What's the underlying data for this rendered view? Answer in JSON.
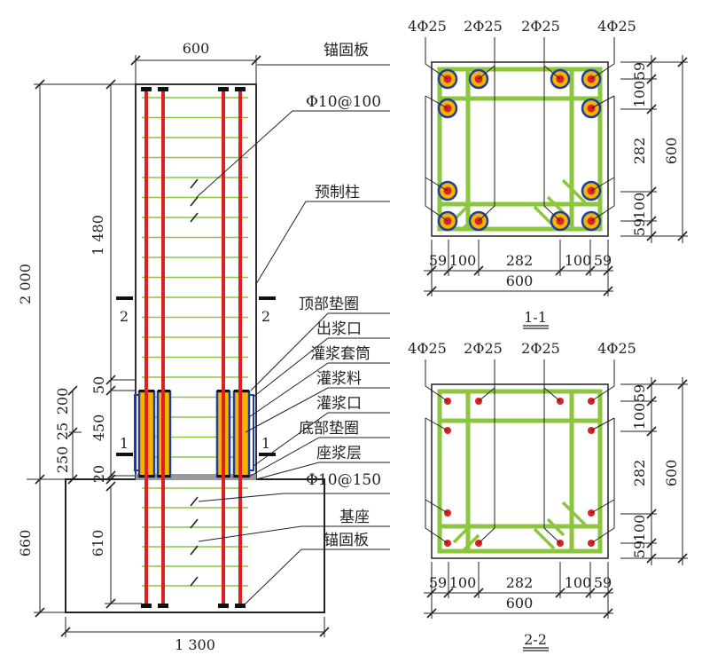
{
  "elevation": {
    "labels": {
      "anchor_plate_top": "锚固板",
      "stirrup_upper": "Φ10@100",
      "precast_column": "预制柱",
      "top_washer": "顶部垫圈",
      "grout_outlet": "出浆口",
      "grout_sleeve": "灌浆套筒",
      "grout_material": "灌浆料",
      "grout_inlet": "灌浆口",
      "bottom_washer": "底部垫圈",
      "mortar_bed": "座浆层",
      "stirrup_lower": "Φ10@150",
      "foundation": "基座",
      "anchor_plate_bottom": "锚固板"
    },
    "dims": {
      "top_width": "600",
      "total_height": "2 000",
      "column_upper": "1 480",
      "base_height": "660",
      "base_inner": "610",
      "base_width": "1 300",
      "d50": "50",
      "d200": "200",
      "d450": "450",
      "d25": "25",
      "d250": "250",
      "d20": "20"
    },
    "section_marks": {
      "s1": "1",
      "s2": "2"
    }
  },
  "sections": [
    {
      "title": "1-1",
      "bar_labels": [
        "4Φ25",
        "2Φ25",
        "2Φ25",
        "4Φ25"
      ],
      "dims_h": [
        "59",
        "100",
        "282",
        "100",
        "59"
      ],
      "dims_v": [
        "59",
        "100",
        "282",
        "100",
        "59"
      ],
      "total": "600",
      "sleeved": true
    },
    {
      "title": "2-2",
      "bar_labels": [
        "4Φ25",
        "2Φ25",
        "2Φ25",
        "4Φ25"
      ],
      "dims_h": [
        "59",
        "100",
        "282",
        "100",
        "59"
      ],
      "dims_v": [
        "59",
        "100",
        "282",
        "100",
        "59"
      ],
      "total": "600",
      "sleeved": false
    }
  ],
  "colors": {
    "rebar": "#e02020",
    "stirrup": "#8cc63f",
    "sleeve": "#1f3f9f",
    "grout": "#f5b400"
  }
}
